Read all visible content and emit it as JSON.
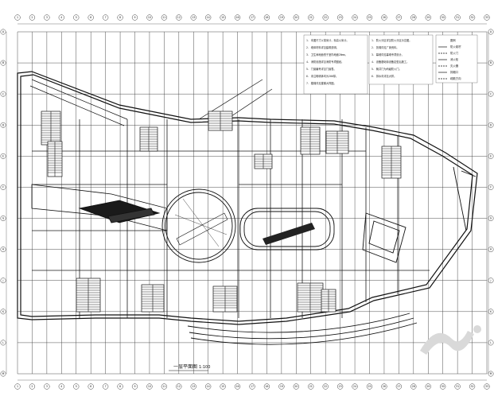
{
  "drawing": {
    "title": "一层平面图",
    "scale": "1:100",
    "line_color": "#1a1a1a",
    "grid_color": "#333333",
    "background": "#ffffff"
  },
  "grid": {
    "columns": [
      "1",
      "2",
      "3",
      "4",
      "5",
      "6",
      "7",
      "8",
      "9",
      "10",
      "11",
      "12",
      "13",
      "14",
      "15",
      "16",
      "17",
      "18",
      "19",
      "20",
      "21",
      "22",
      "23",
      "24",
      "25",
      "26",
      "27",
      "28",
      "29",
      "30",
      "31",
      "32",
      "33"
    ],
    "rows": [
      "A",
      "B",
      "C",
      "D",
      "E",
      "F",
      "G",
      "H",
      "J",
      "K",
      "L",
      "M"
    ]
  },
  "notes": {
    "block_1": [
      "1. 本图尺寸以毫米计，标高以米计。",
      "2. 墙体材料详见建筑说明。",
      "3. 卫生间地面低于室内地面20mm。",
      "4. 消防设施详见消防专项图纸。",
      "5. 门窗编号详见门窗表。",
      "6. 未注明墙体均为200厚。",
      "7. 楼梯详见楼梯大样图。"
    ],
    "block_2": [
      "1. 防火分区详见防火分区示意图。",
      "2. 扶梯详见厂家资料。",
      "3. 幕墙详见幕墙专项设计。",
      "4. 设备基础待设备定型后施工。",
      "5. 管井门为丙级防火门。",
      "6. 排水沟详见大样。"
    ],
    "legend": [
      "图例",
      "防火卷帘",
      "防火门",
      "消火栓",
      "灭火器",
      "排烟口",
      "疏散方向"
    ]
  },
  "watermark": {
    "icon": "brand-logo-icon"
  }
}
